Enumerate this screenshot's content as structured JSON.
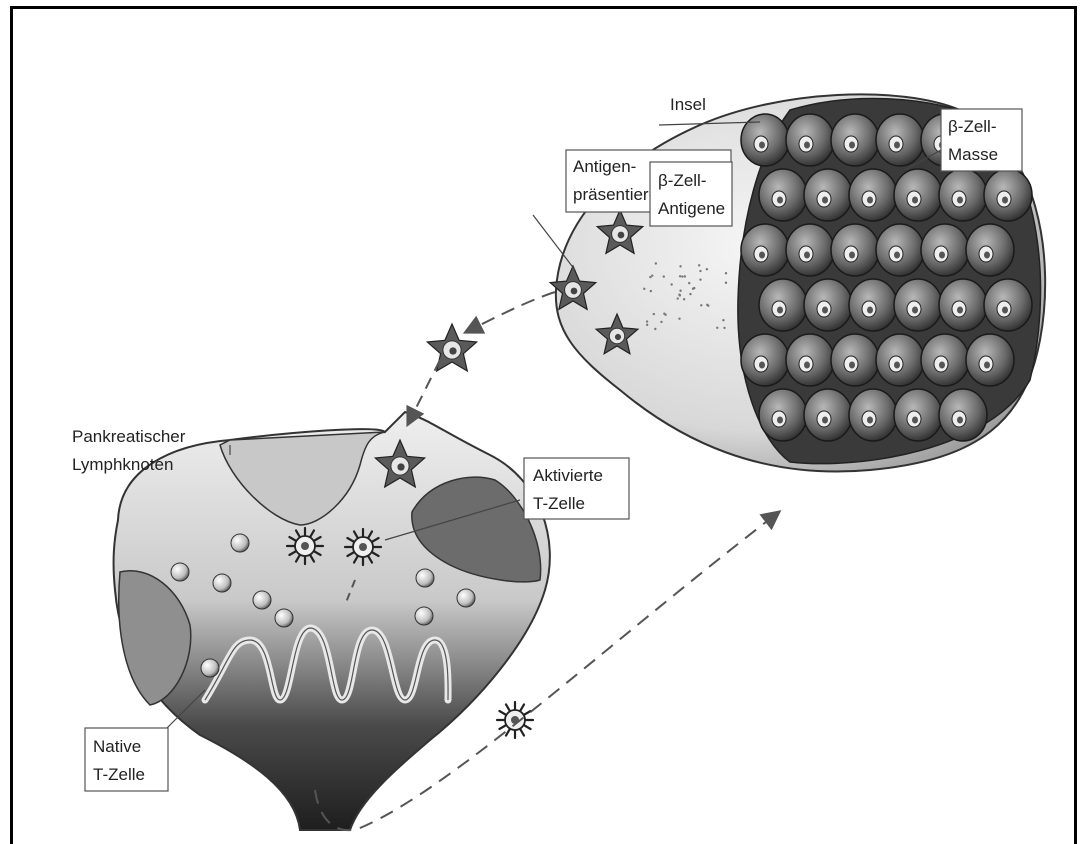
{
  "labels": {
    "insel": "Insel",
    "beta_masse_1": "β-Zell-",
    "beta_masse_2": "Masse",
    "apc_1": "Antigen-",
    "apc_2": "präsentierende Zelle",
    "antigene_1": "β-Zell-",
    "antigene_2": "Antigene",
    "lymph_1": "Pankreatischer",
    "lymph_2": "Lymphknoten",
    "aktiv_1": "Aktivierte",
    "aktiv_2": "T-Zelle",
    "native_1": "Native",
    "native_2": "T-Zelle"
  },
  "icons": [
    "islet-icon",
    "lymph-node-icon",
    "antigen-presenting-cell-icon",
    "t-cell-icon",
    "beta-cell-icon"
  ]
}
